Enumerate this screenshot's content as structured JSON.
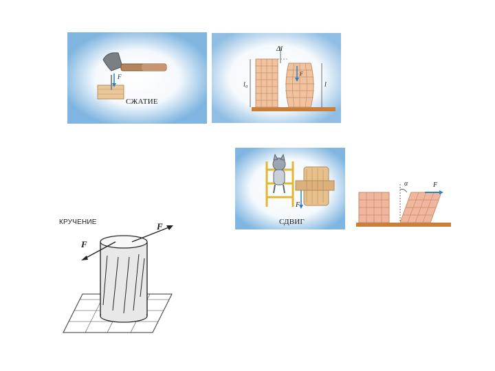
{
  "compression": {
    "caption": "СЖАТИЕ",
    "force": "F"
  },
  "compression_diagram": {
    "delta_label": "Δl",
    "l0_label": "l₀",
    "l_label": "l",
    "force": "F"
  },
  "shear": {
    "caption": "СДВИГ",
    "force": "F"
  },
  "shear_diagram": {
    "angle_label": "α",
    "force": "F"
  },
  "torsion": {
    "caption": "КРУЧЕНИЕ",
    "force_left": "F",
    "force_right": "F"
  }
}
